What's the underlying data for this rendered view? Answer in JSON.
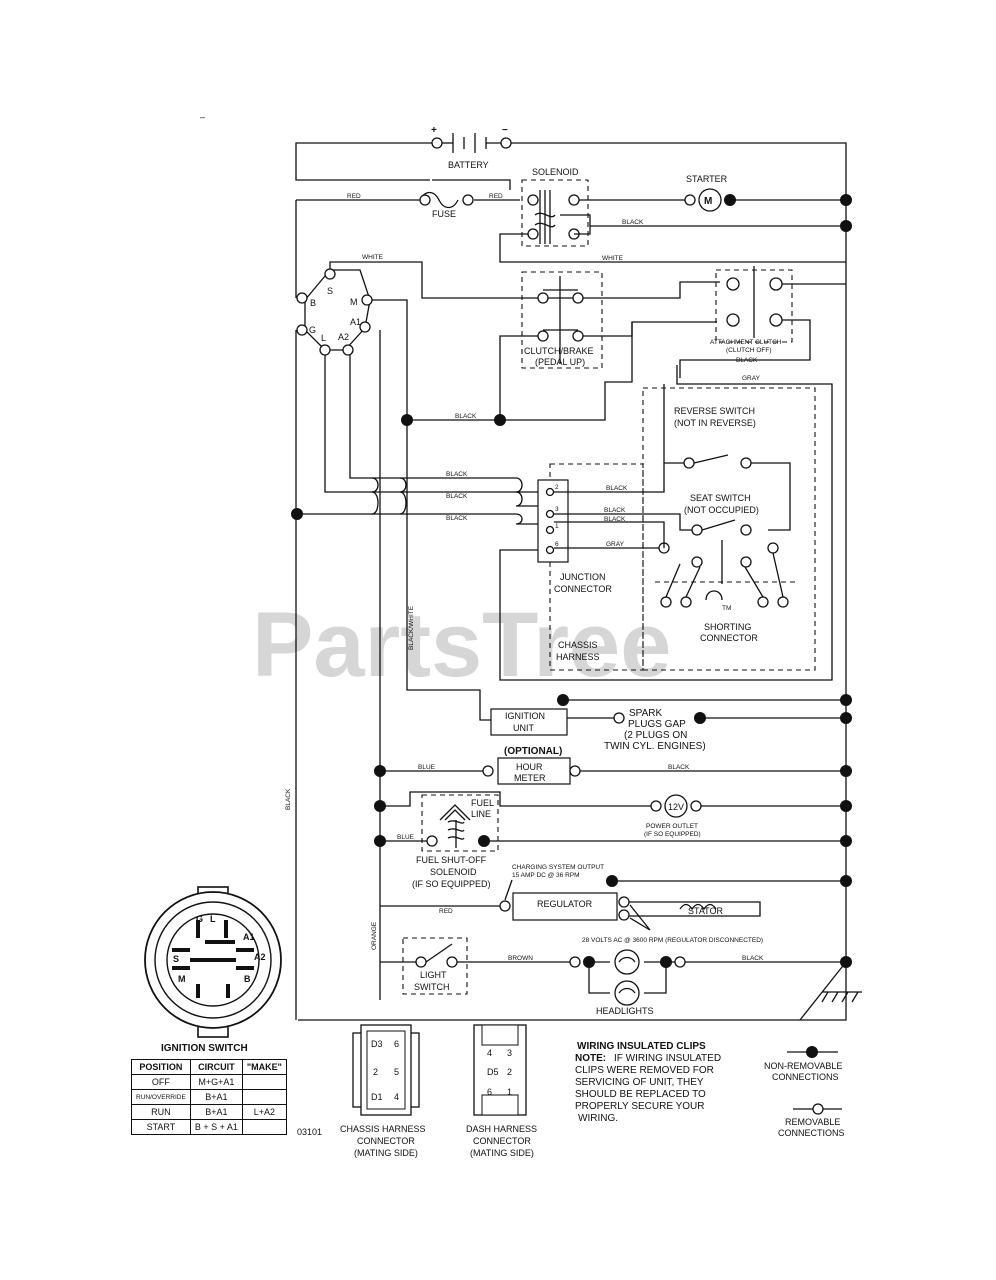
{
  "watermark": "PartsTree",
  "page_code": "03101",
  "corner_mark": "–",
  "battery": {
    "label": "BATTERY",
    "plus": "+",
    "minus": "−"
  },
  "fuse": {
    "label": "FUSE"
  },
  "solenoid": {
    "label": "SOLENOID"
  },
  "starter": {
    "label": "STARTER",
    "symbol": "M"
  },
  "clutch_brake": {
    "label_line1": "CLUTCH/BRAKE",
    "label_line2": "(PEDAL UP)"
  },
  "attachment_clutch": {
    "label_line1": "ATTACHMENT CLUTCH",
    "label_line2": "(CLUTCH OFF)"
  },
  "reverse_switch": {
    "label_line1": "REVERSE SWITCH",
    "label_line2": "(NOT IN REVERSE)"
  },
  "seat_switch": {
    "label_line1": "SEAT SWITCH",
    "label_line2": "(NOT OCCUPIED)"
  },
  "junction_connector": {
    "label_line1": "JUNCTION",
    "label_line2": "CONNECTOR",
    "pins": [
      "2",
      "3",
      "1",
      "6"
    ]
  },
  "shorting_connector": {
    "label_line1": "SHORTING",
    "label_line2": "CONNECTOR",
    "tm": "TM"
  },
  "chassis_harness": {
    "label_line1": "CHASSIS",
    "label_line2": "HARNESS"
  },
  "ignition_unit": {
    "label_line1": "IGNITION",
    "label_line2": "UNIT"
  },
  "spark_plugs": {
    "line1": "SPARK",
    "line2": "PLUGS GAP",
    "line3": "(2 PLUGS ON",
    "line4": "TWIN CYL. ENGINES)"
  },
  "hour_meter": {
    "optional": "(OPTIONAL)",
    "line1": "HOUR",
    "line2": "METER"
  },
  "power_outlet": {
    "symbol": "12V",
    "line1": "POWER OUTLET",
    "line2": "(IF SO EQUIPPED)"
  },
  "fuel_line": {
    "line1": "FUEL",
    "line2": "LINE"
  },
  "fuel_solenoid": {
    "line1": "FUEL SHUT-OFF",
    "line2": "SOLENOID",
    "line3": "(IF SO EQUIPPED)"
  },
  "charging": {
    "line1": "CHARGING SYSTEM OUTPUT",
    "line2": "15 AMP DC @ 36 RPM"
  },
  "regulator": {
    "label": "REGULATOR"
  },
  "stator": {
    "label": "STATOR",
    "note": "28 VOLTS AC @ 3600 RPM (REGULATOR DISCONNECTED)"
  },
  "light_switch": {
    "line1": "LIGHT",
    "line2": "SWITCH"
  },
  "headlights": {
    "label": "HEADLIGHTS"
  },
  "ignition_terminals": {
    "b": "B",
    "s": "S",
    "m": "M",
    "g": "G",
    "l": "L",
    "a1": "A1",
    "a2": "A2"
  },
  "ignition_switch": {
    "title": "IGNITION SWITCH",
    "terminals": {
      "g": "G",
      "l": "L",
      "a1": "A1",
      "a2": "A2",
      "s": "S",
      "m": "M",
      "b": "B"
    },
    "table": {
      "headers": [
        "POSITION",
        "CIRCUIT",
        "\"MAKE\""
      ],
      "rows": [
        [
          "OFF",
          "M+G+A1",
          ""
        ],
        [
          "RUN/OVERRIDE",
          "B+A1",
          ""
        ],
        [
          "RUN",
          "B+A1",
          "L+A2"
        ],
        [
          "START",
          "B + S + A1",
          ""
        ]
      ]
    }
  },
  "chassis_harness_connector": {
    "line1": "CHASSIS HARNESS",
    "line2": "CONNECTOR",
    "line3": "(MATING SIDE)",
    "pins": [
      "D3",
      "6",
      "2",
      "5",
      "D1",
      "4"
    ]
  },
  "dash_harness_connector": {
    "line1": "DASH HARNESS",
    "line2": "CONNECTOR",
    "line3": "(MATING SIDE)",
    "pins": [
      "4",
      "3",
      "D5",
      "2",
      "6",
      "1"
    ]
  },
  "notes": {
    "title": "WIRING INSULATED CLIPS",
    "note_label": "NOTE:",
    "lines": [
      "IF WIRING INSULATED",
      "CLIPS WERE REMOVED FOR",
      "SERVICING OF UNIT, THEY",
      "SHOULD BE REPLACED TO",
      "PROPERLY SECURE YOUR",
      "WIRING."
    ]
  },
  "legend": {
    "non_removable_line1": "NON-REMOVABLE",
    "non_removable_line2": "CONNECTIONS",
    "removable_line1": "REMOVABLE",
    "removable_line2": "CONNECTIONS"
  },
  "wire_colors": {
    "red": "RED",
    "white": "WHITE",
    "black": "BLACK",
    "gray": "GRAY",
    "blue": "BLUE",
    "brown": "BROWN",
    "orange": "ORANGE",
    "black_white": "BLACK/WHITE"
  }
}
